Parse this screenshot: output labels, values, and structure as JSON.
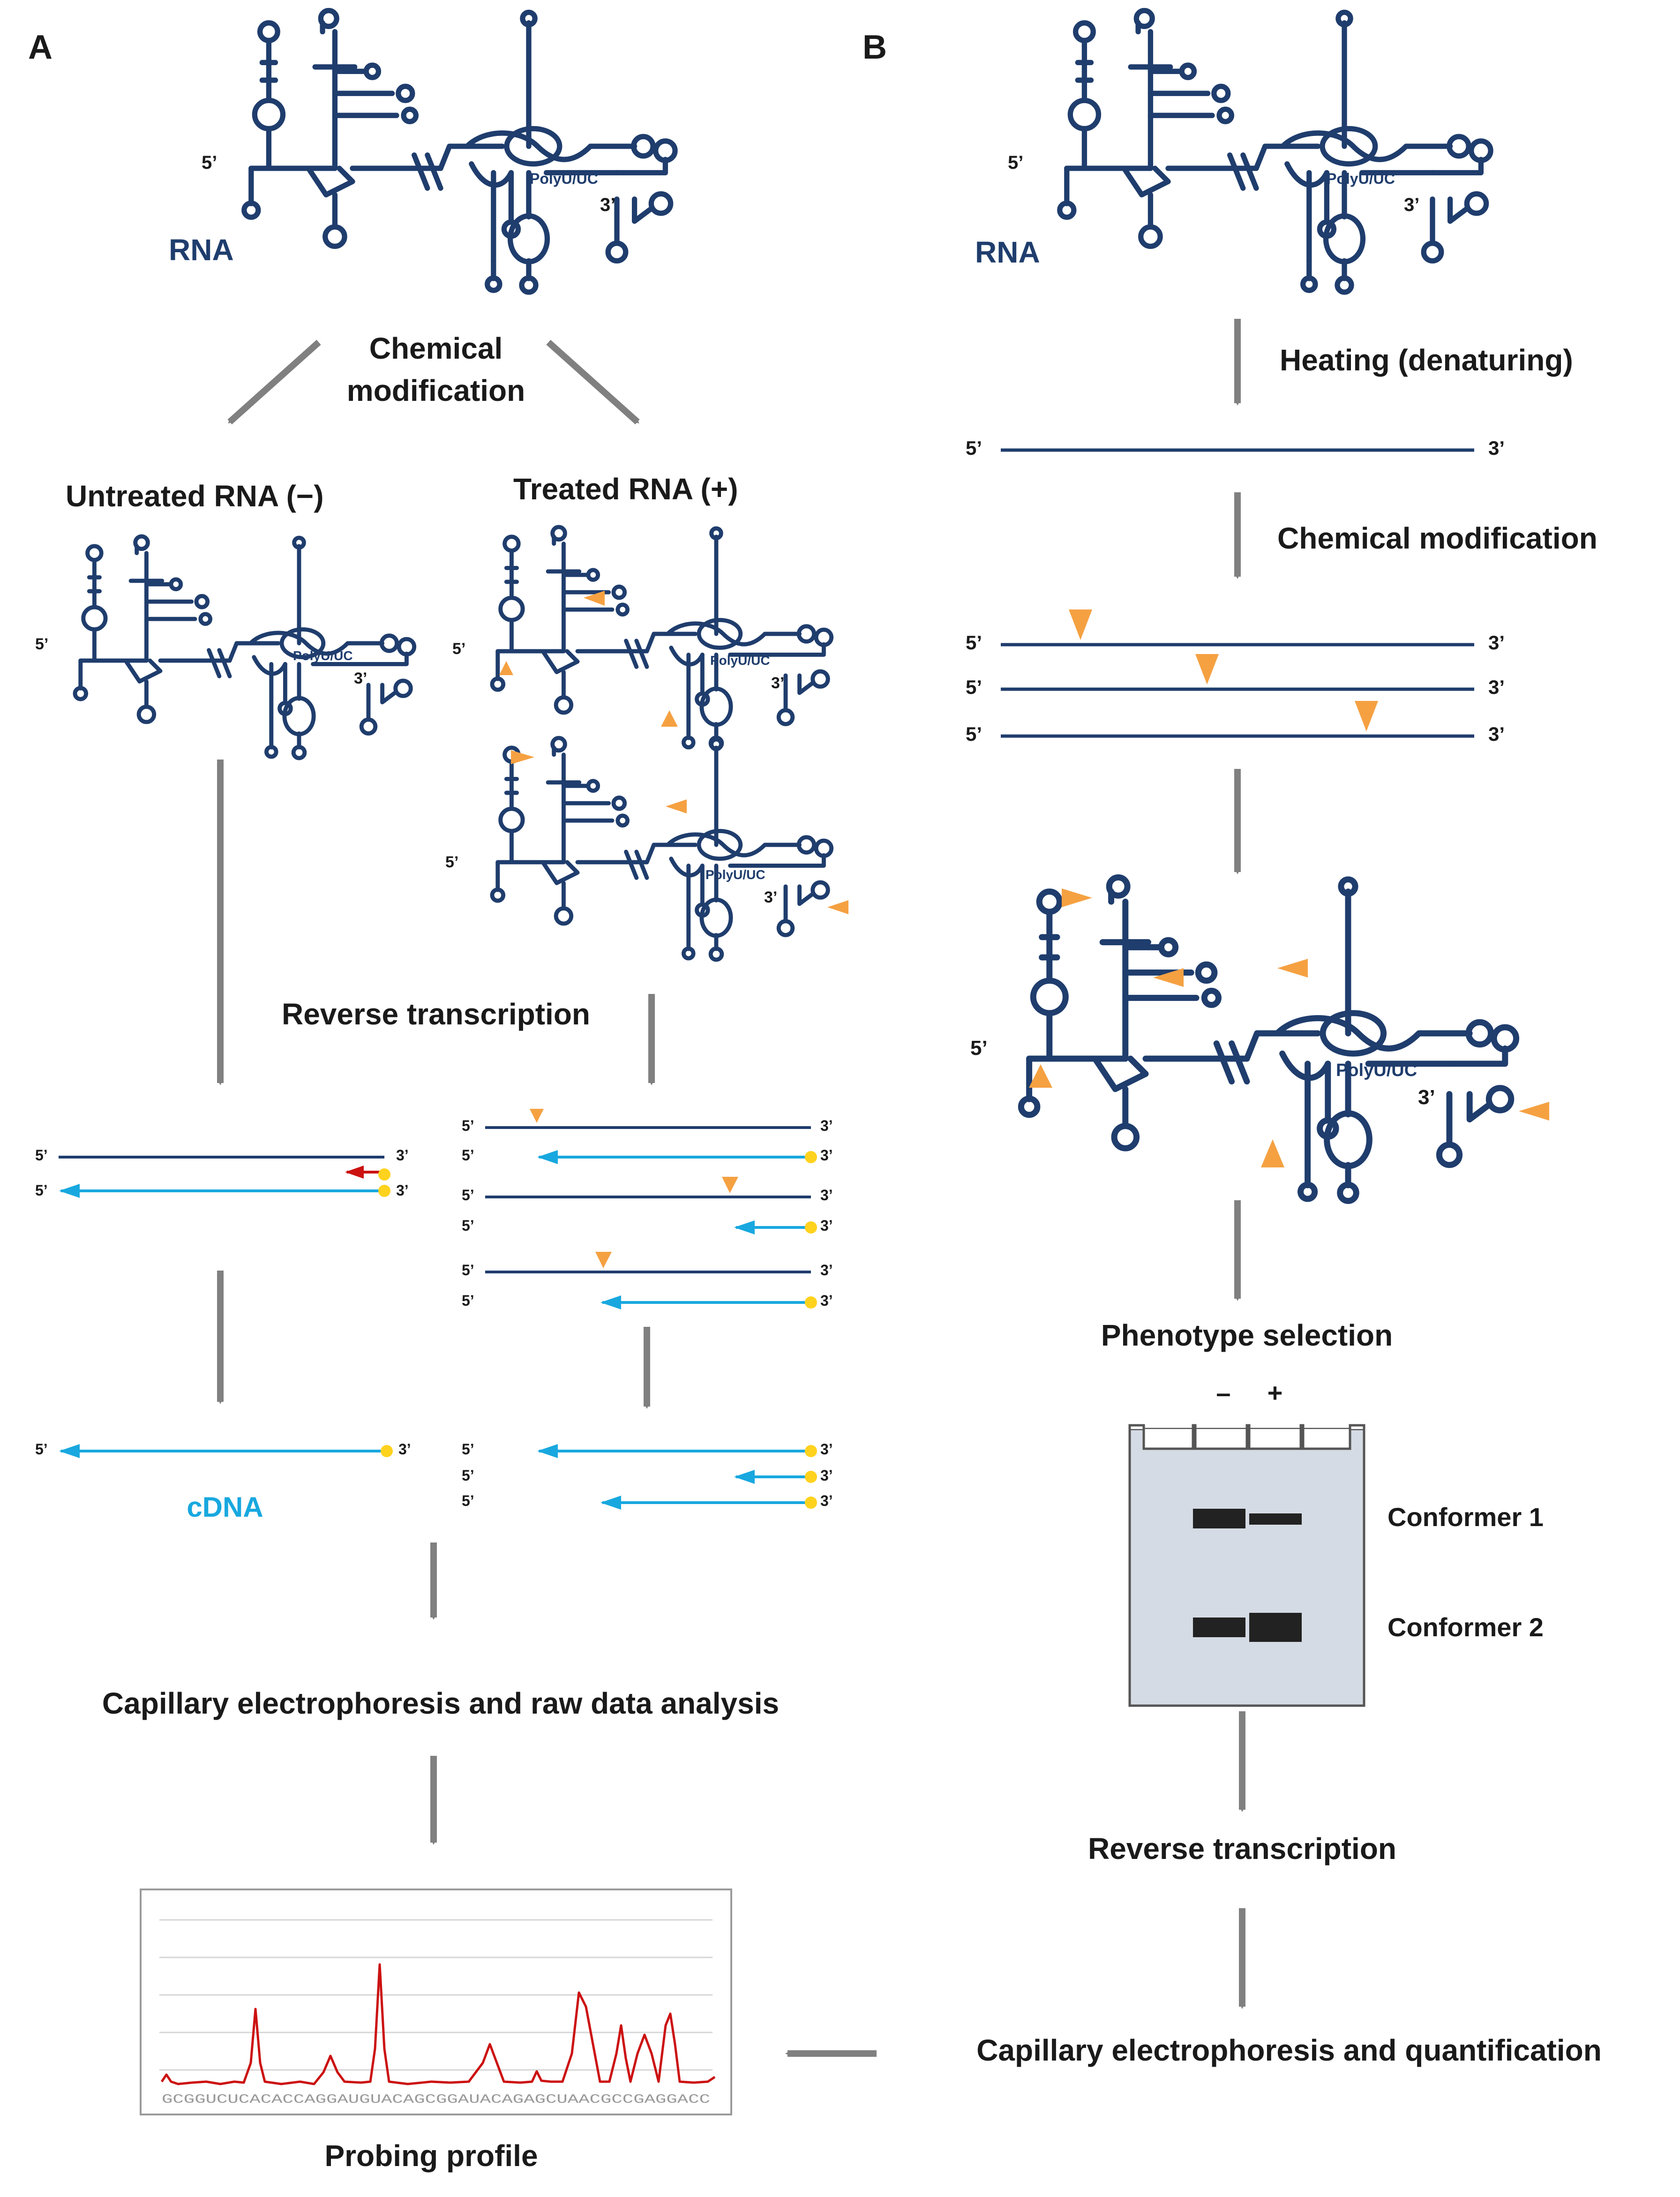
{
  "panels": {
    "a": "A",
    "b": "B"
  },
  "labels": {
    "rna": "RNA",
    "prime5": "5’",
    "prime3": "3’",
    "poly": "PolyU/UC",
    "cdna": "cDNA",
    "minus": "–",
    "plus": "+"
  },
  "steps_a": {
    "chem_line1": "Chemical",
    "chem_line2": "modification",
    "untreated": "Untreated RNA (−)",
    "treated": "Treated RNA (+)",
    "rt": "Reverse transcription",
    "ce": "Capillary electrophoresis and raw data analysis",
    "profile": "Probing profile"
  },
  "steps_b": {
    "heating": "Heating (denaturing)",
    "chem": "Chemical modification",
    "phenotype": "Phenotype selection",
    "conformer1": "Conformer 1",
    "conformer2": "Conformer 2",
    "rt": "Reverse transcription",
    "ce": "Capillary electrophoresis and quantification"
  },
  "profile_sequence": "GCGGUCUCACACCAGGAUGUACAGCGGAUACAGAGCUAACGCCGAGGACC",
  "colors": {
    "rna_strand": "#1f3d6d",
    "cdna_strand": "#18a8df",
    "modification": "#f5a142",
    "rt_stop": "#ffd21e",
    "profile_line": "#cc1111",
    "arrow": "#808080",
    "gel": "#d5dbe4"
  }
}
